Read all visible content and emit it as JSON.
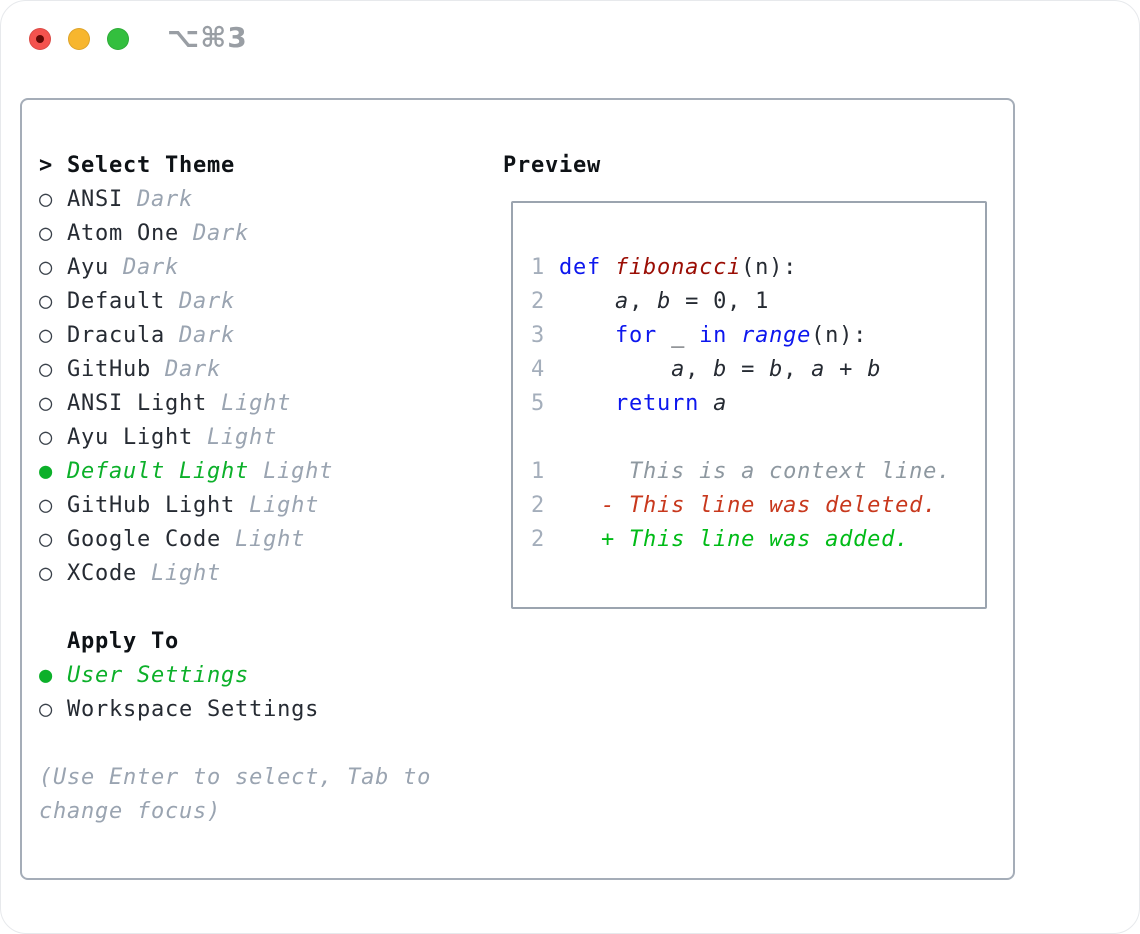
{
  "window": {
    "shortcut_label": "⌥⌘3",
    "traffic_lights": [
      "close",
      "minimize",
      "zoom"
    ]
  },
  "theme_picker": {
    "prompt": ">",
    "title": "Select Theme",
    "glyph_unselected": "○",
    "glyph_selected": "●",
    "themes": [
      {
        "name": "ANSI",
        "variant": "Dark",
        "selected": false
      },
      {
        "name": "Atom One",
        "variant": "Dark",
        "selected": false
      },
      {
        "name": "Ayu",
        "variant": "Dark",
        "selected": false
      },
      {
        "name": "Default",
        "variant": "Dark",
        "selected": false
      },
      {
        "name": "Dracula",
        "variant": "Dark",
        "selected": false
      },
      {
        "name": "GitHub",
        "variant": "Dark",
        "selected": false
      },
      {
        "name": "ANSI Light",
        "variant": "Light",
        "selected": false
      },
      {
        "name": "Ayu Light",
        "variant": "Light",
        "selected": false
      },
      {
        "name": "Default Light",
        "variant": "Light",
        "selected": true
      },
      {
        "name": "GitHub Light",
        "variant": "Light",
        "selected": false
      },
      {
        "name": "Google Code",
        "variant": "Light",
        "selected": false
      },
      {
        "name": "XCode",
        "variant": "Light",
        "selected": false
      }
    ],
    "apply_to": {
      "title": "Apply To",
      "options": [
        {
          "name": "User Settings",
          "selected": true
        },
        {
          "name": "Workspace Settings",
          "selected": false
        }
      ]
    },
    "help_lines": [
      "(Use Enter to select, Tab to",
      "change focus)"
    ]
  },
  "preview": {
    "title": "Preview",
    "lines": [
      [
        [
          "1 ",
          "ln"
        ],
        [
          "def ",
          "kw"
        ],
        [
          "fibonacci",
          "fn"
        ],
        [
          "(n):",
          "pl"
        ]
      ],
      [
        [
          "2 ",
          "ln"
        ],
        [
          "    ",
          "pl"
        ],
        [
          "a",
          "vr"
        ],
        [
          ", ",
          "pl"
        ],
        [
          "b",
          "vr"
        ],
        [
          " = 0, 1",
          "pl"
        ]
      ],
      [
        [
          "3 ",
          "ln"
        ],
        [
          "    ",
          "pl"
        ],
        [
          "for",
          "kw"
        ],
        [
          " _ ",
          "pl"
        ],
        [
          "in",
          "kw"
        ],
        [
          " ",
          "pl"
        ],
        [
          "range",
          "bi"
        ],
        [
          "(n):",
          "pl"
        ]
      ],
      [
        [
          "4 ",
          "ln"
        ],
        [
          "        ",
          "pl"
        ],
        [
          "a",
          "vr"
        ],
        [
          ", ",
          "pl"
        ],
        [
          "b",
          "vr"
        ],
        [
          " = ",
          "pl"
        ],
        [
          "b",
          "vr"
        ],
        [
          ", ",
          "pl"
        ],
        [
          "a",
          "vr"
        ],
        [
          " + ",
          "pl"
        ],
        [
          "b",
          "vr"
        ]
      ],
      [
        [
          "5 ",
          "ln"
        ],
        [
          "    ",
          "pl"
        ],
        [
          "return",
          "kw"
        ],
        [
          " ",
          "pl"
        ],
        [
          "a",
          "vr"
        ]
      ],
      [],
      [
        [
          "1",
          "ln"
        ],
        [
          "      ",
          "pl"
        ],
        [
          "This is a context line.",
          "cx"
        ]
      ],
      [
        [
          "2",
          "ln"
        ],
        [
          "    ",
          "pl"
        ],
        [
          "- This line was deleted.",
          "de"
        ]
      ],
      [
        [
          "2",
          "ln"
        ],
        [
          "    ",
          "pl"
        ],
        [
          "+ This line was added.",
          "ad"
        ]
      ]
    ]
  },
  "colors": {
    "selection_green": "#0cb02a",
    "added_green": "#00bb17",
    "deleted_red": "#c8381d",
    "keyword_blue": "#0d17ee",
    "function_red": "#9a0d04",
    "dim_gray": "#9aa4b1",
    "line_number_gray": "#a4aebb",
    "context_gray": "#8e98a0",
    "panel_border": "#a5adb8",
    "preview_border": "#9ba4af"
  }
}
